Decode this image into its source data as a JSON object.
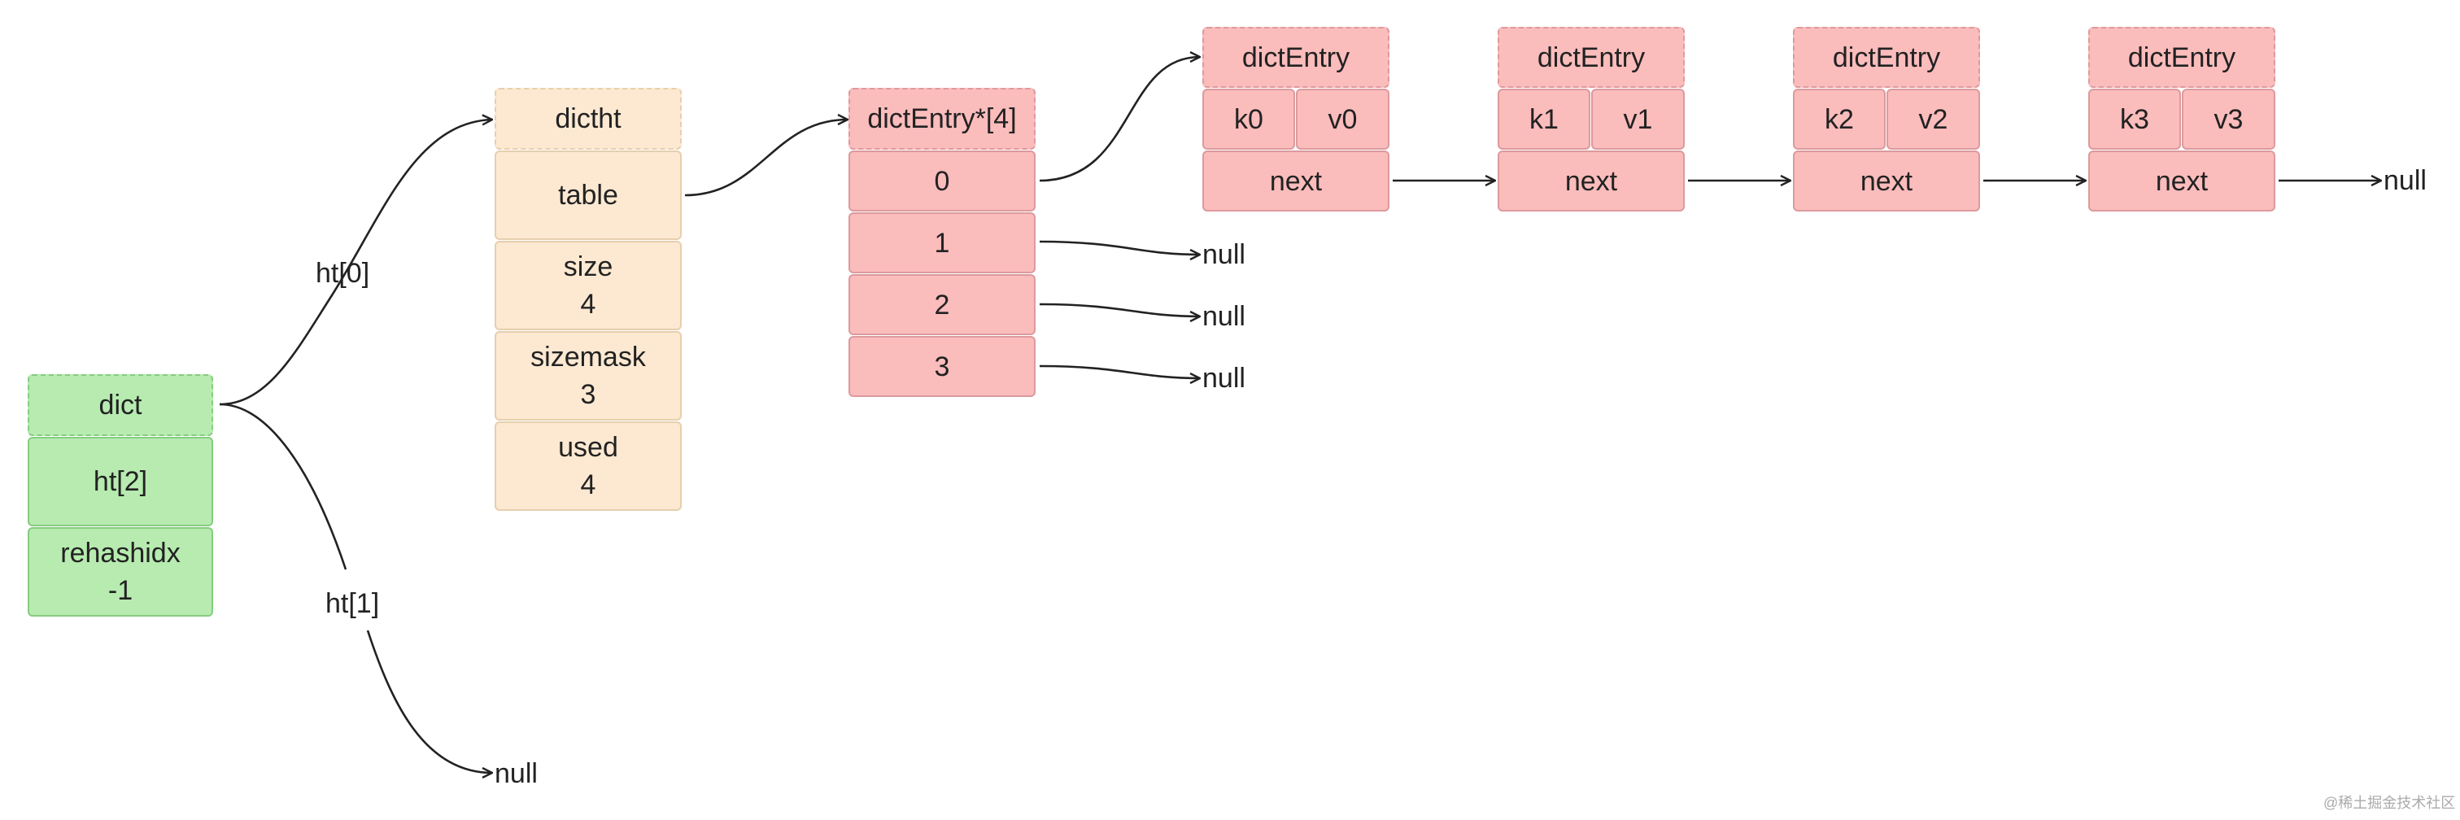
{
  "dict": {
    "header": "dict",
    "ht": "ht[2]",
    "rehashidx_label": "rehashidx",
    "rehashidx_value": "-1"
  },
  "links": {
    "ht0": "ht[0]",
    "ht1": "ht[1]"
  },
  "dictht": {
    "header": "dictht",
    "table": "table",
    "size_label": "size",
    "size_value": "4",
    "sizemask_label": "sizemask",
    "sizemask_value": "3",
    "used_label": "used",
    "used_value": "4"
  },
  "table": {
    "header": "dictEntry*[4]",
    "slots": [
      "0",
      "1",
      "2",
      "3"
    ]
  },
  "entries": [
    {
      "header": "dictEntry",
      "key": "k0",
      "value": "v0",
      "next": "next"
    },
    {
      "header": "dictEntry",
      "key": "k1",
      "value": "v1",
      "next": "next"
    },
    {
      "header": "dictEntry",
      "key": "k2",
      "value": "v2",
      "next": "next"
    },
    {
      "header": "dictEntry",
      "key": "k3",
      "value": "v3",
      "next": "next"
    }
  ],
  "null_text": "null",
  "watermark": "@稀土掘金技术社区",
  "colors": {
    "dict": "#b7ebb0",
    "dictht": "#fde9d2",
    "entry": "#fbbcbc",
    "line": "#222222"
  }
}
